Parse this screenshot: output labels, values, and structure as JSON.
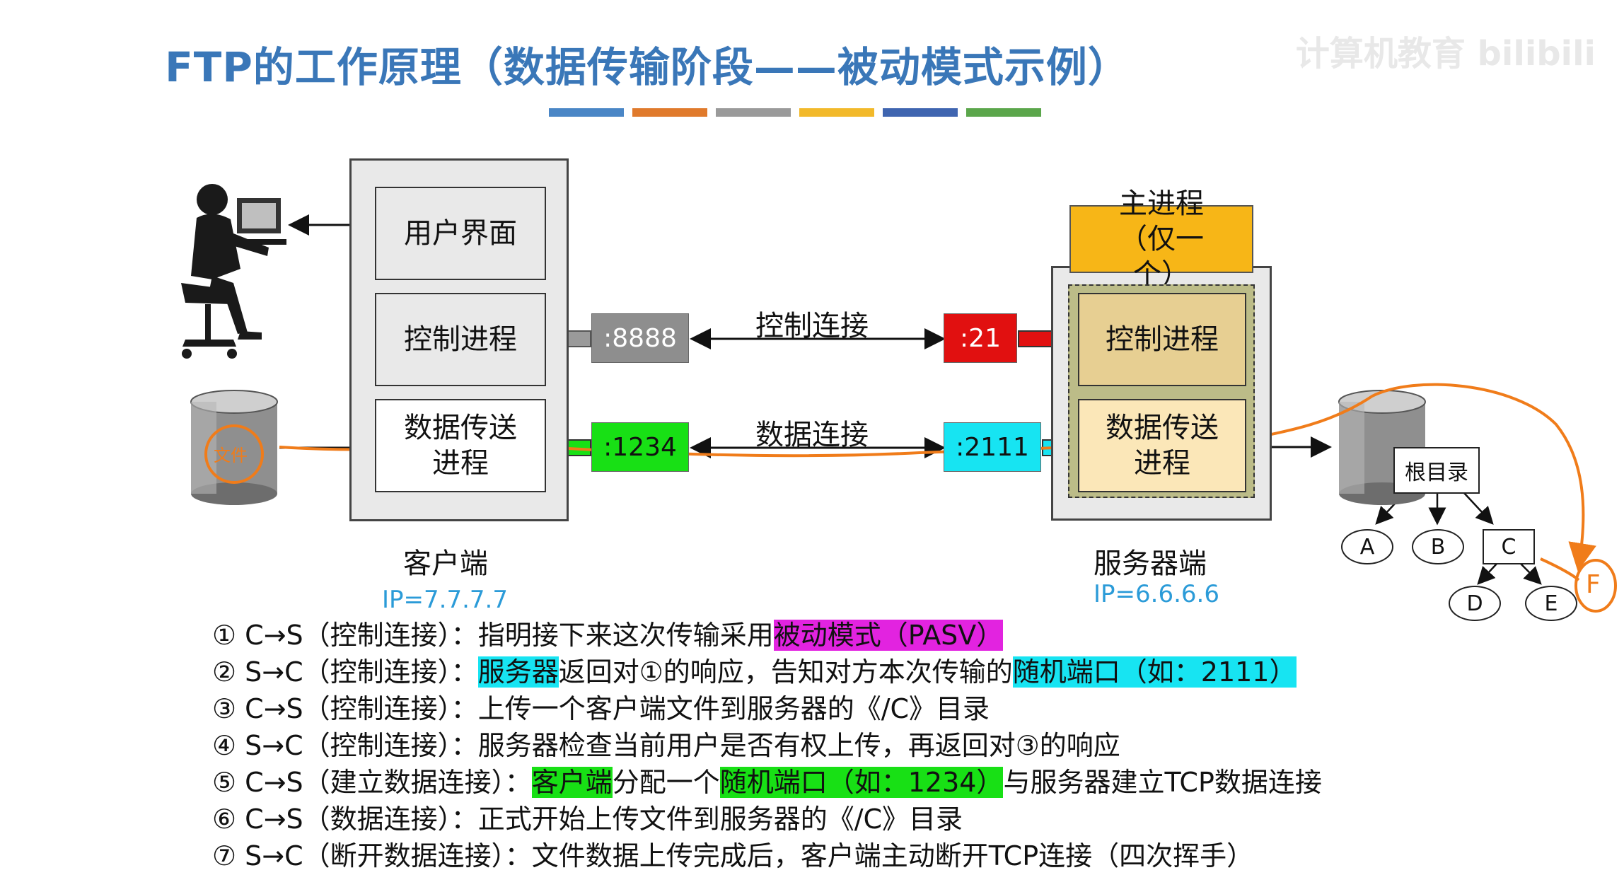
{
  "title": "FTP的工作原理（数据传输阶段——被动模式示例）",
  "watermark": "计算机教育 bilibili",
  "stripes": [
    "#4a86c6",
    "#e07a2c",
    "#9a9a9a",
    "#f2b92a",
    "#3f65b0",
    "#5ba64b"
  ],
  "client": {
    "ui_label": "用户界面",
    "control_label": "控制进程",
    "data_label": "数据传送进程",
    "caption": "客户端",
    "ip": "IP=7.7.7.7",
    "file_label": "文件"
  },
  "server": {
    "main_process": "主进程（仅一个）",
    "control_label": "控制进程",
    "data_label": "数据传送进程",
    "caption": "服务器端",
    "ip": "IP=6.6.6.6",
    "root": "根目录",
    "nodes": [
      "A",
      "B",
      "C",
      "D",
      "E",
      "F"
    ]
  },
  "ports": {
    "client_control": ":8888",
    "server_control": ":21",
    "client_data": ":1234",
    "server_data": ":2111"
  },
  "connections": {
    "control": "控制连接",
    "data": "数据连接"
  },
  "steps": [
    {
      "num": "①",
      "dir": "C→S",
      "ctx": "（控制连接）：",
      "pre": "指明接下来这次传输采用",
      "hl": "被动模式（PASV）",
      "hl_color": "mag",
      "post": ""
    },
    {
      "num": "②",
      "dir": "S→C",
      "ctx": "（控制连接）：",
      "hl0": "服务器",
      "pre": "返回对①的响应，告知对方本次传输的",
      "hl": "随机端口（如：2111）",
      "hl_color": "cyan",
      "post": ""
    },
    {
      "num": "③",
      "dir": "C→S",
      "ctx": "（控制连接）：",
      "pre": "上传一个客户端文件到服务器的《/C》目录",
      "hl": "",
      "post": ""
    },
    {
      "num": "④",
      "dir": "S→C",
      "ctx": "（控制连接）：",
      "pre": "服务器检查当前用户是否有权上传，再返回对③的响应",
      "hl": "",
      "post": ""
    },
    {
      "num": "⑤",
      "dir": "C→S",
      "ctx": "（建立数据连接）：",
      "hl0": "客户端",
      "pre": "分配一个",
      "hl": "随机端口（如：1234）",
      "hl_color": "green",
      "post": "与服务器建立TCP数据连接"
    },
    {
      "num": "⑥",
      "dir": "C→S",
      "ctx": "（数据连接）：",
      "pre": "正式开始上传文件到服务器的《/C》目录",
      "hl": "",
      "post": ""
    },
    {
      "num": "⑦",
      "dir": "S→C",
      "ctx": "（断开数据连接）：",
      "pre": "文件数据上传完成后，客户端主动断开TCP连接（四次挥手）",
      "hl": "",
      "post": ""
    }
  ]
}
